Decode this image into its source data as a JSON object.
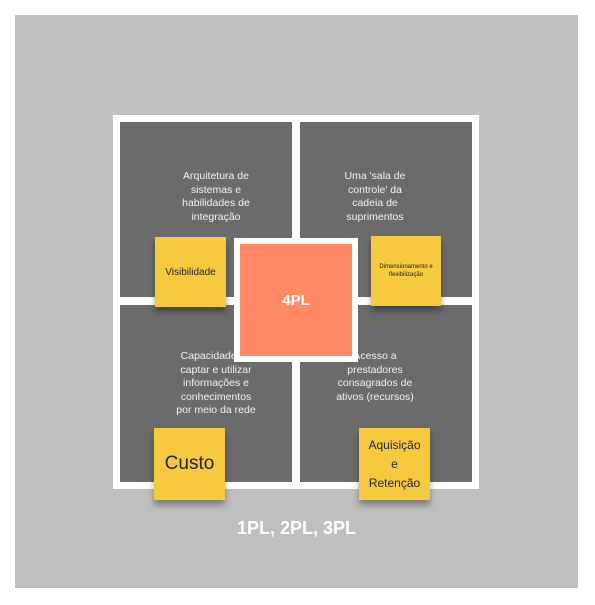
{
  "quadrants": {
    "top_left": "Arquitetura de\nsistemas e\nhabilidades de\nintegração",
    "top_right": "Uma 'sala de\ncontrole' da\ncadeia de\nsuprimentos",
    "bottom_left": "Capacidade de\ncaptar e utilizar\ninformações e\nconhecimentos\npor meio da rede",
    "bottom_right": "Acesso a\nprestadores\nconsagrados de\nativos (recursos)"
  },
  "center": {
    "label": "4PL"
  },
  "stickies": {
    "visibilidade": "Visibilidade",
    "dimensionamento": "Dimensionamento e flexibilização",
    "custo": "Custo",
    "aquisicao": "Aquisição\ne\nRetenção"
  },
  "bottom_label": "1PL, 2PL, 3PL",
  "colors": {
    "board": "#bfbfbf",
    "quadrant": "#6b6b6b",
    "center": "#ff8a65",
    "sticky": "#f7c93c"
  }
}
